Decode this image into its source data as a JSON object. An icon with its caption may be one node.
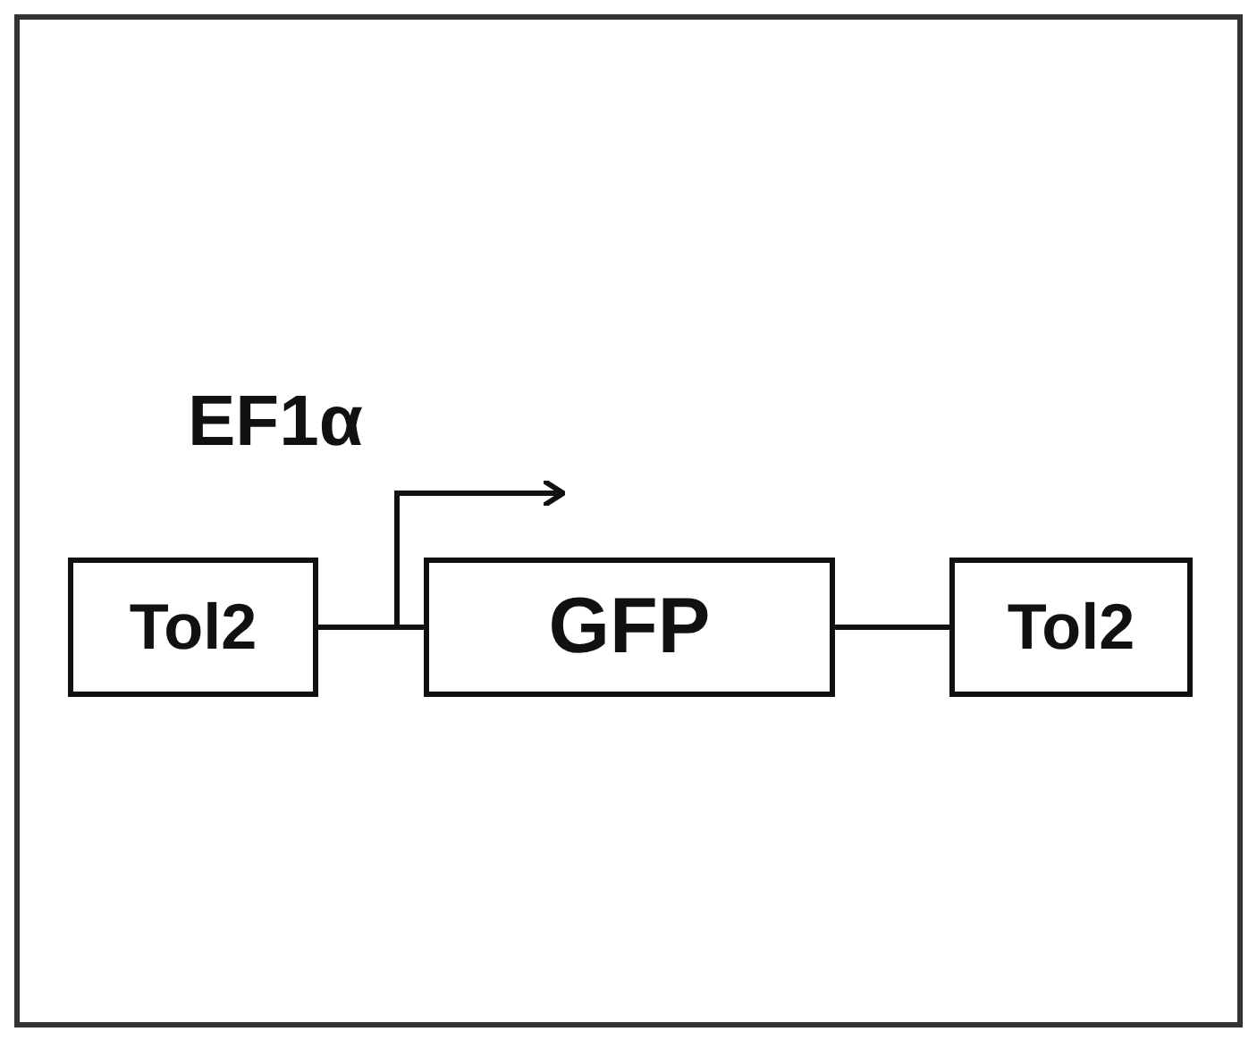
{
  "diagram": {
    "nodes": [
      {
        "text": [
          "Tol2"
        ]
      },
      {
        "text": [
          "GFP"
        ]
      },
      {
        "text": [
          "Tol2"
        ]
      }
    ],
    "edges": [
      {
        "from": 0,
        "to": 1,
        "arrow": "none"
      },
      {
        "from": 1,
        "to": 2,
        "arrow": "none"
      }
    ],
    "labels": [
      "EF1α"
    ]
  }
}
